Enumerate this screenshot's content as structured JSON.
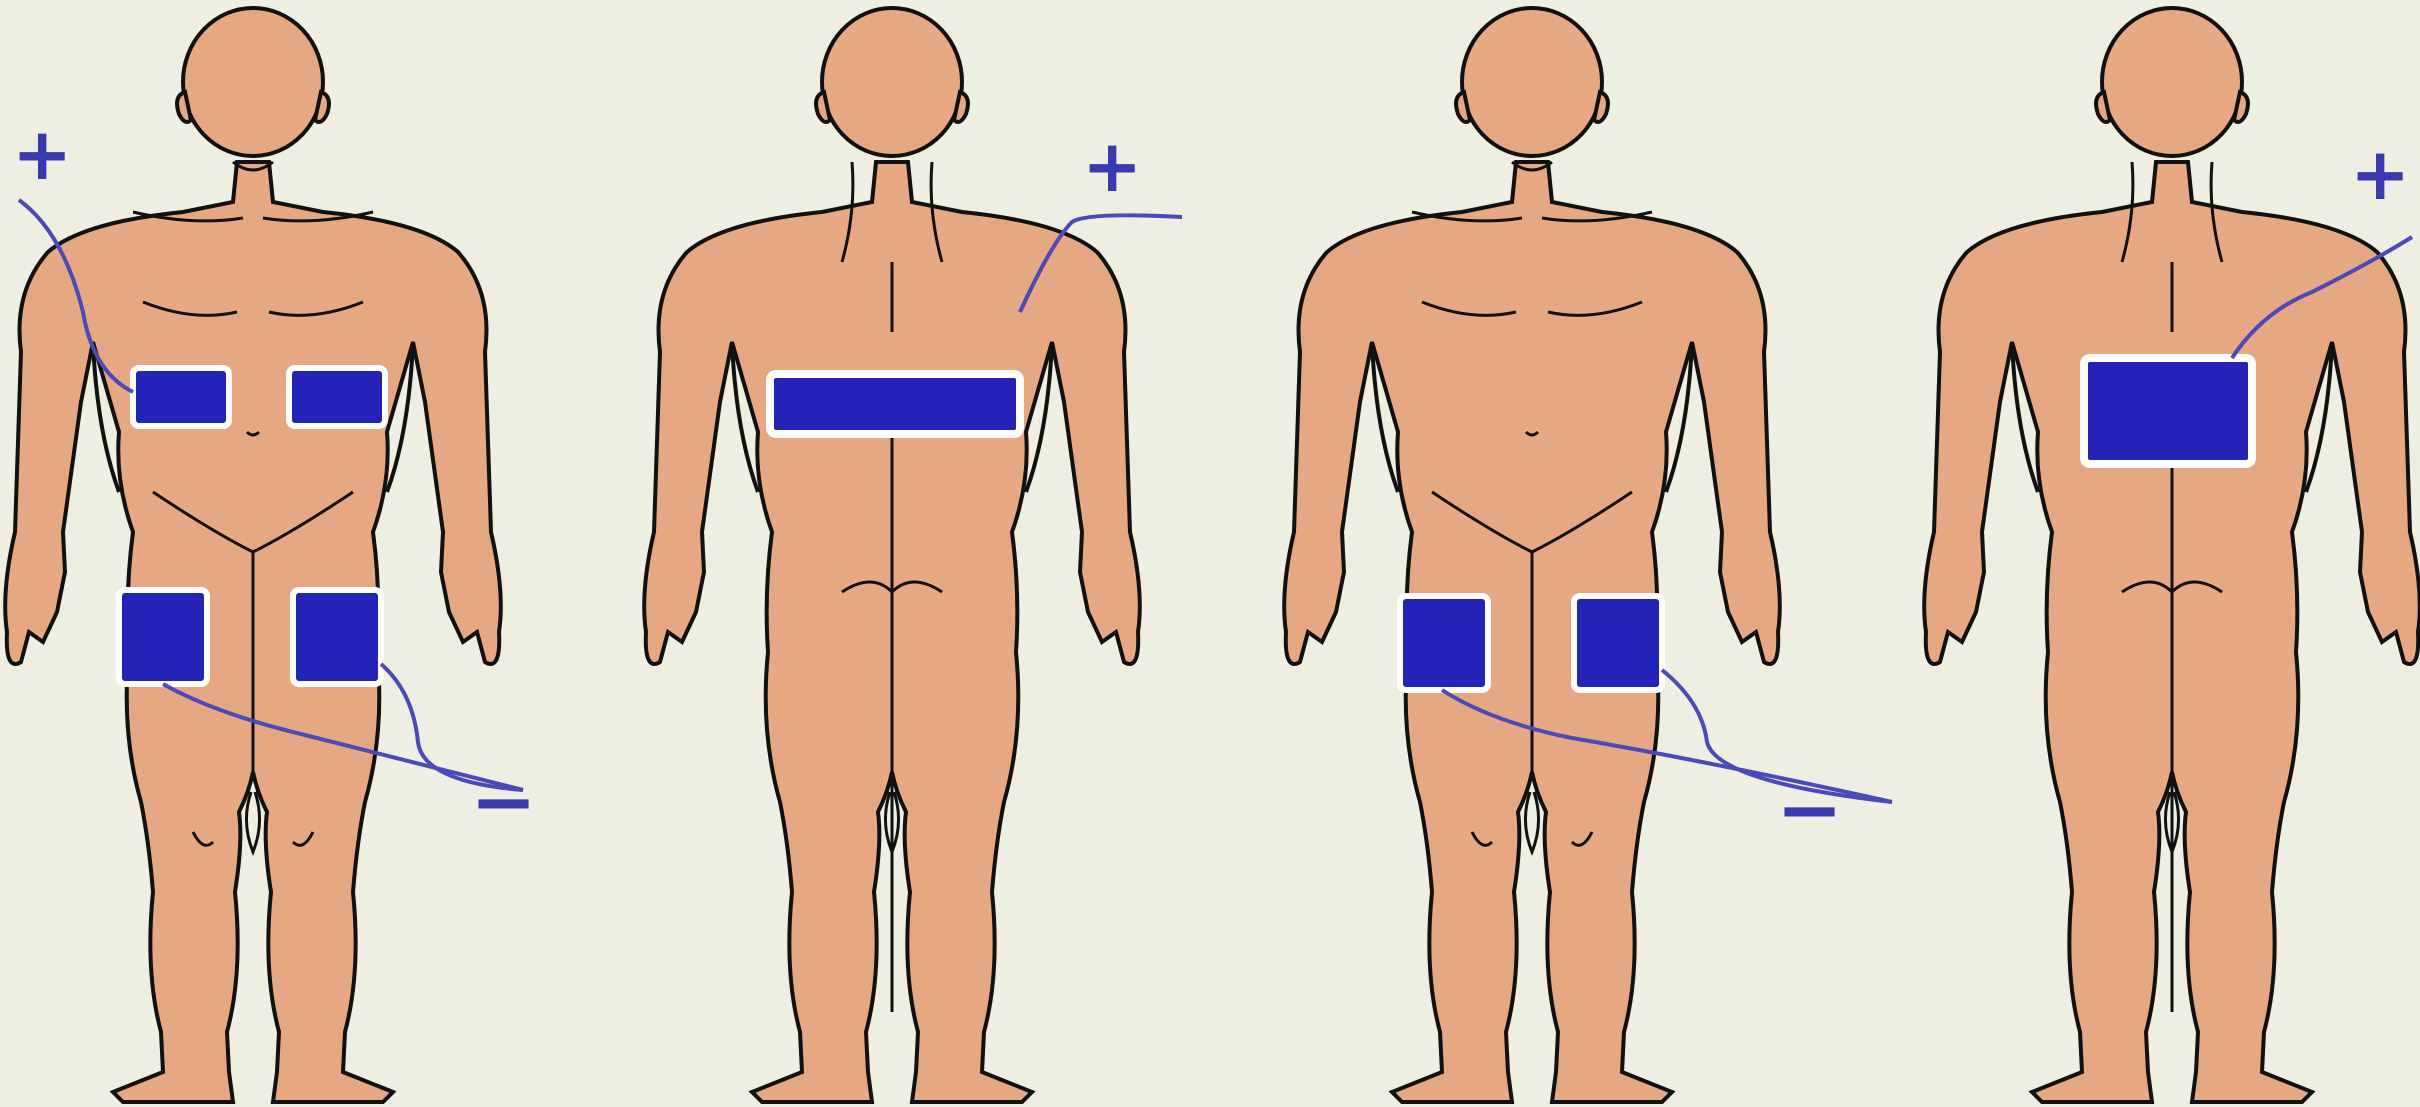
{
  "diagram": {
    "colors": {
      "background": "#eeeee2",
      "skin": "#e6a882",
      "outline": "#111111",
      "electrode": "#2323b8",
      "electrode_border": "#ffffff",
      "wire": "#4a4ab8"
    },
    "figures": [
      {
        "name": "figure-1-front",
        "view": "front",
        "signs": [
          {
            "name": "figure-1-positive-sign",
            "label": "+"
          },
          {
            "name": "figure-1-negative-sign",
            "label": "−"
          }
        ]
      },
      {
        "name": "figure-2-back",
        "view": "back",
        "signs": [
          {
            "name": "figure-2-positive-sign",
            "label": "+"
          }
        ]
      },
      {
        "name": "figure-3-front",
        "view": "front",
        "signs": [
          {
            "name": "figure-3-negative-sign",
            "label": "−"
          }
        ]
      },
      {
        "name": "figure-4-back",
        "view": "back",
        "signs": [
          {
            "name": "figure-4-positive-sign",
            "label": "+"
          }
        ]
      }
    ]
  }
}
